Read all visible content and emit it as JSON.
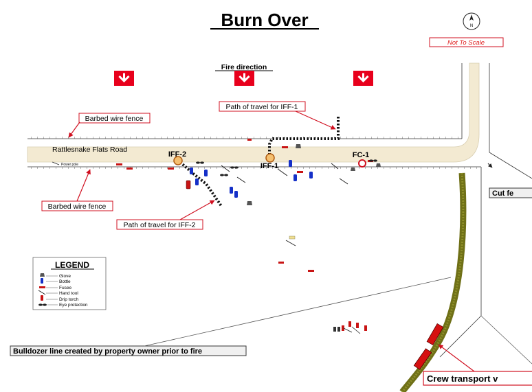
{
  "title": "Burn Over",
  "north_symbol": "N",
  "scale_note": "Not To Scale",
  "fire_direction": "Fire direction",
  "road_name": "Rattlesnake Flats Road",
  "power_pole_label": "Power pole",
  "callouts": {
    "fence_top": "Barbed wire fence",
    "fence_bottom": "Barbed wire fence",
    "path_iff1": "Path of travel for IFF-1",
    "path_iff2": "Path of travel for IFF-2",
    "bulldozer": "Bulldozer line created by property owner prior to fire",
    "crew_transport": "Crew transport v",
    "cut_fence": "Cut fe"
  },
  "markers": {
    "iff2": "IFF-2",
    "iff1": "IFF-1",
    "fc1": "FC-1"
  },
  "legend": {
    "title": "LEGEND",
    "items": [
      "Glove",
      "Bottle",
      "Fusee",
      "Hand tool",
      "Drip torch",
      "Eye protection"
    ]
  },
  "colors": {
    "arrow_red": "#e8001c",
    "callout_red": "#d01020",
    "road": "#f3ead2",
    "dozer_line": "#6f7017",
    "bottle_blue": "#1530c8",
    "vehicle_red": "#d51010"
  }
}
